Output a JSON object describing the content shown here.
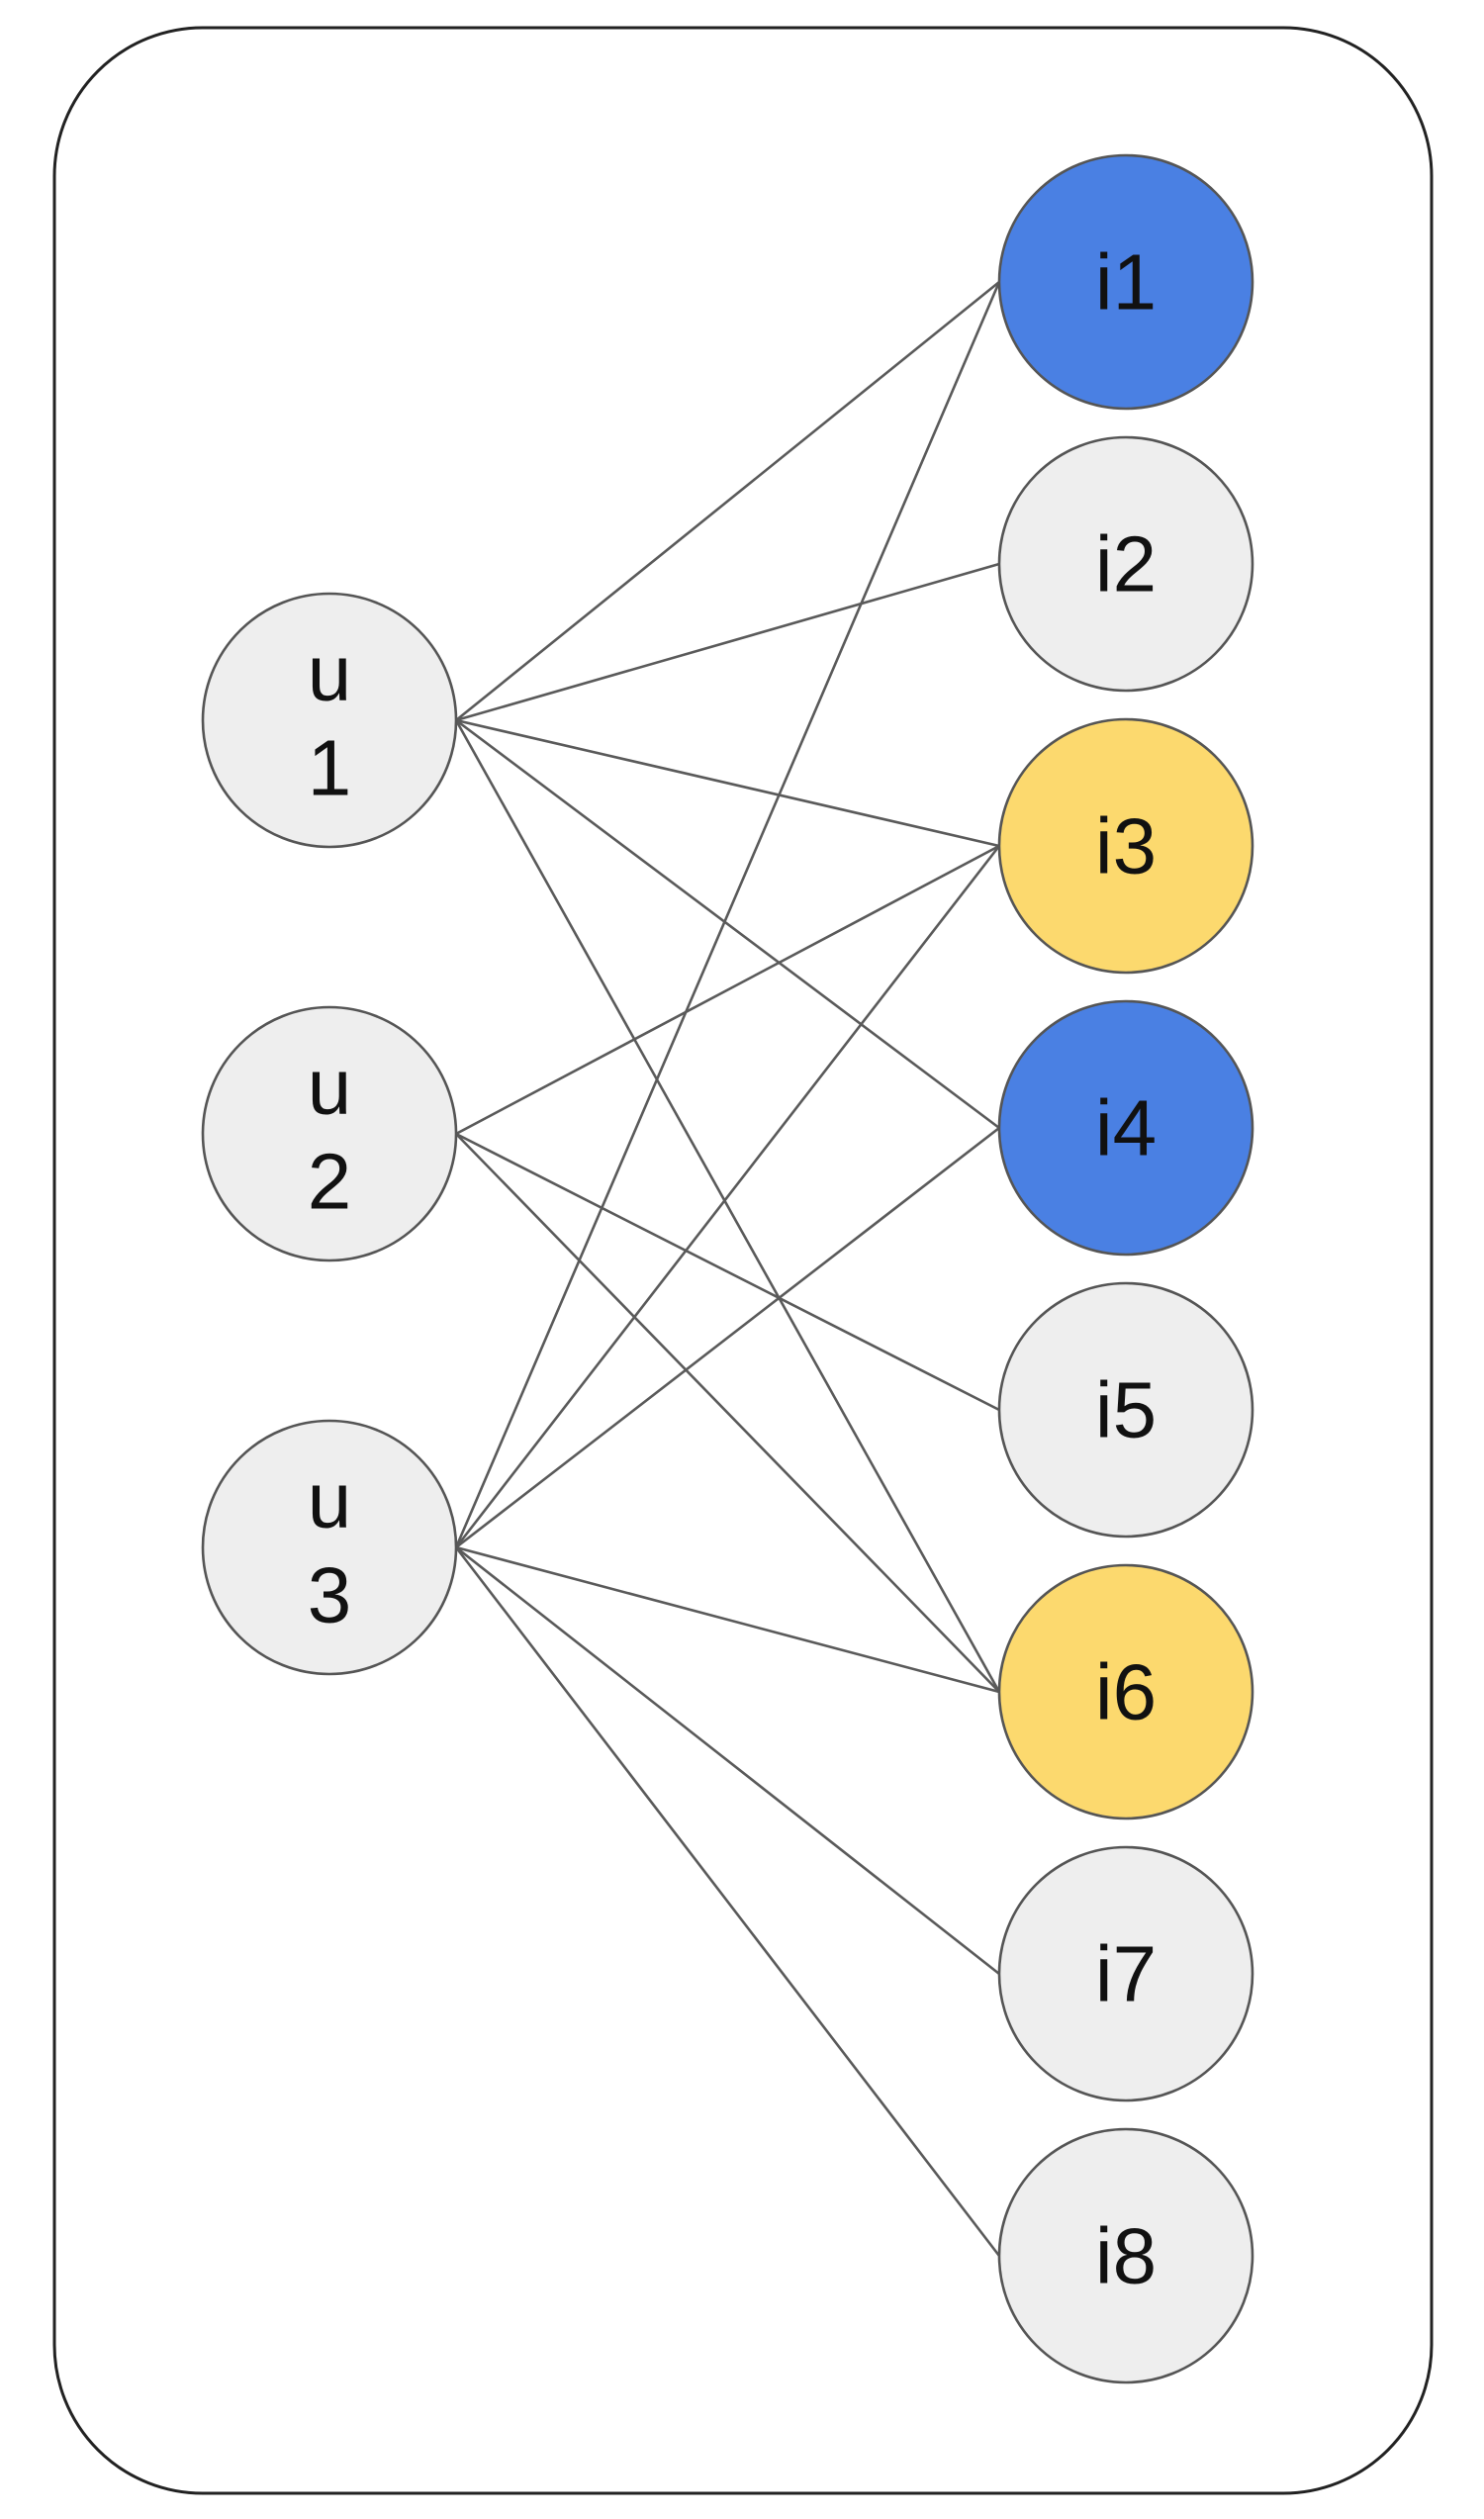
{
  "colors": {
    "neutral": "#eeeeee",
    "blue": "#4a80e3",
    "yellow": "#fcd96e",
    "edge": "#5a5a5a",
    "border": "#555555"
  },
  "users": [
    {
      "id": "u1",
      "label_lines": [
        "u",
        "1"
      ],
      "color": "neutral"
    },
    {
      "id": "u2",
      "label_lines": [
        "u",
        "2"
      ],
      "color": "neutral"
    },
    {
      "id": "u3",
      "label_lines": [
        "u",
        "3"
      ],
      "color": "neutral"
    }
  ],
  "items": [
    {
      "id": "i1",
      "label": "i1",
      "color": "blue"
    },
    {
      "id": "i2",
      "label": "i2",
      "color": "neutral"
    },
    {
      "id": "i3",
      "label": "i3",
      "color": "yellow"
    },
    {
      "id": "i4",
      "label": "i4",
      "color": "blue"
    },
    {
      "id": "i5",
      "label": "i5",
      "color": "neutral"
    },
    {
      "id": "i6",
      "label": "i6",
      "color": "yellow"
    },
    {
      "id": "i7",
      "label": "i7",
      "color": "neutral"
    },
    {
      "id": "i8",
      "label": "i8",
      "color": "neutral"
    }
  ],
  "edges": [
    [
      "u1",
      "i1"
    ],
    [
      "u1",
      "i2"
    ],
    [
      "u1",
      "i3"
    ],
    [
      "u1",
      "i4"
    ],
    [
      "u1",
      "i6"
    ],
    [
      "u2",
      "i3"
    ],
    [
      "u2",
      "i5"
    ],
    [
      "u2",
      "i6"
    ],
    [
      "u3",
      "i1"
    ],
    [
      "u3",
      "i3"
    ],
    [
      "u3",
      "i4"
    ],
    [
      "u3",
      "i6"
    ],
    [
      "u3",
      "i7"
    ],
    [
      "u3",
      "i8"
    ]
  ]
}
